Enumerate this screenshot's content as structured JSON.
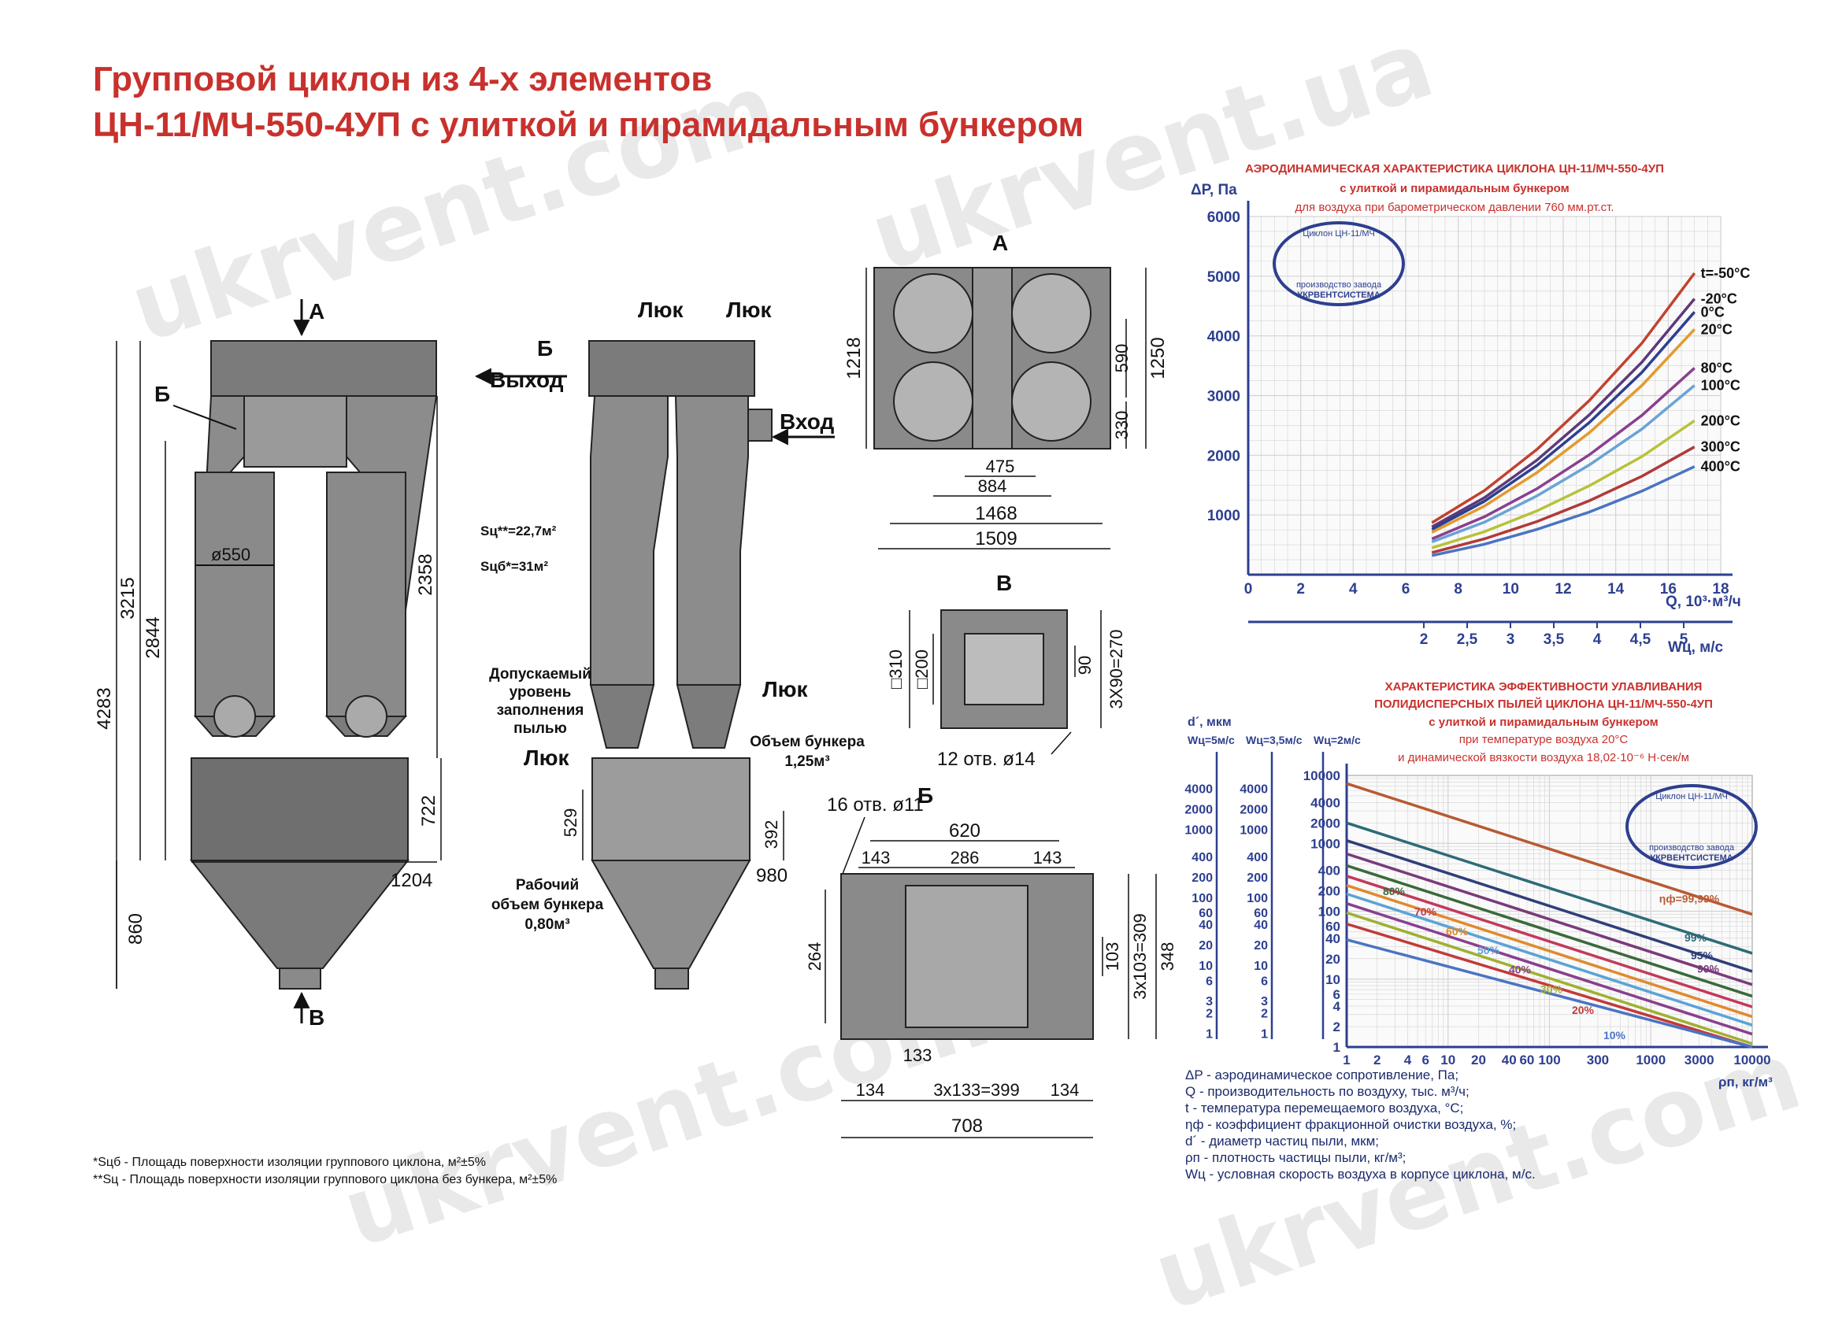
{
  "title": {
    "line1": "Групповой циклон из 4-х элементов",
    "line2": "ЦН-11/МЧ-550-4УП с улиткой и пирамидальным бункером"
  },
  "watermark": {
    "text": "ukrvent.com",
    "text_alt": "ukrvent.ua",
    "url": "www.ukrvent.com"
  },
  "front_view": {
    "labels": {
      "a": "А",
      "b": "Б",
      "v": "В"
    },
    "dims": {
      "total": "4283",
      "body": "3215",
      "cone": "2844",
      "upper": "2358",
      "hopper_h": "722",
      "bottom": "860",
      "width": "1204",
      "diameter": "ø550"
    }
  },
  "side_view": {
    "labels": {
      "hatch1": "Люк",
      "hatch2": "Люк",
      "b": "Б",
      "outlet": "Выход",
      "inlet": "Вход",
      "hatch3": "Люк",
      "hatch4": "Люк",
      "fill_level": [
        "Допускаемый",
        "уровень",
        "заполнения",
        "пылью"
      ],
      "hopper_vol": [
        "Объем бункера",
        "1,25м³"
      ],
      "work_vol": [
        "Рабочий",
        "объем бункера",
        "0,80м³"
      ],
      "s_c": "Sц**=22,7м²",
      "s_cb": "Sцб*=31м²"
    },
    "dims": {
      "h529": "529",
      "h392": "392",
      "w980": "980"
    }
  },
  "view_a": {
    "label": "А",
    "dims": {
      "h1218": "1218",
      "h1250": "1250",
      "h590": "590",
      "h330": "330",
      "w475": "475",
      "w884": "884",
      "w1468": "1468",
      "w1509": "1509"
    }
  },
  "view_v": {
    "label": "В",
    "dims": {
      "sq310": "□310",
      "sq200": "□200",
      "h90": "90",
      "h3x90": "3Х90=270",
      "holes": "12 отв. ø14"
    }
  },
  "view_b": {
    "label": "Б",
    "dims": {
      "holes": "16 отв. ø11",
      "w620": "620",
      "w143a": "143",
      "w286": "286",
      "w143b": "143",
      "h264": "264",
      "h103": "103",
      "h3x103": "3х103=309",
      "h348": "348",
      "w133": "133",
      "w134a": "134",
      "w3x133": "3х133=399",
      "w134b": "134",
      "w708": "708"
    }
  },
  "footnotes": {
    "f1": "*Sцб - Площадь поверхности изоляции группового циклона, м²±5%",
    "f2": "**Sц - Площадь поверхности изоляции группового циклона без бункера, м²±5%"
  },
  "stamp": {
    "top": "Циклон ЦН-11/МЧ",
    "bottom1": "производство завода",
    "bottom2": "УКРВЕНТСИСТЕМА"
  },
  "chart_data": [
    {
      "type": "line",
      "title": "АЭРОДИНАМИЧЕСКАЯ  ХАРАКТЕРИСТИКА  ЦИКЛОНА ЦН-11/МЧ-550-4УП",
      "subtitle": "с улиткой и пирамидальным бункером",
      "subtitle2": "для воздуха при барометрическом давлении 760 мм.рт.ст.",
      "ylabel": "ΔP, Па",
      "xlabel": "Q, 10³·м³/ч",
      "x2label": "Wц, м/с",
      "xlim": [
        0,
        18
      ],
      "ylim": [
        0,
        6000
      ],
      "xticks": [
        "0",
        "2",
        "4",
        "6",
        "8",
        "10",
        "12",
        "14",
        "16",
        "18"
      ],
      "yticks": [
        "1000",
        "2000",
        "3000",
        "4000",
        "5000",
        "6000"
      ],
      "x2ticks": [
        "2",
        "2,5",
        "3",
        "3,5",
        "4",
        "4,5",
        "5"
      ],
      "series": [
        {
          "name": "t=-50°C",
          "color": "#c2422f",
          "x": [
            7,
            9,
            11,
            13,
            15,
            17
          ],
          "y": [
            870,
            1410,
            2100,
            2920,
            3880,
            5050
          ]
        },
        {
          "name": "-20°C",
          "color": "#5c3a7a",
          "x": [
            7,
            9,
            11,
            13,
            15,
            17
          ],
          "y": [
            800,
            1290,
            1920,
            2680,
            3560,
            4620
          ]
        },
        {
          "name": "0°C",
          "color": "#2d3f8f",
          "x": [
            7,
            9,
            11,
            13,
            15,
            17
          ],
          "y": [
            760,
            1230,
            1830,
            2550,
            3390,
            4400
          ]
        },
        {
          "name": "20°C",
          "color": "#e39a2d",
          "x": [
            7,
            9,
            11,
            13,
            15,
            17
          ],
          "y": [
            710,
            1150,
            1710,
            2380,
            3170,
            4110
          ]
        },
        {
          "name": "80°C",
          "color": "#8a3f8f",
          "x": [
            7,
            9,
            11,
            13,
            15,
            17
          ],
          "y": [
            600,
            970,
            1440,
            2010,
            2670,
            3460
          ]
        },
        {
          "name": "100°C",
          "color": "#6aa3d6",
          "x": [
            7,
            9,
            11,
            13,
            15,
            17
          ],
          "y": [
            550,
            880,
            1320,
            1840,
            2440,
            3170
          ]
        },
        {
          "name": "200°C",
          "color": "#b7c23a",
          "x": [
            7,
            9,
            11,
            13,
            15,
            17
          ],
          "y": [
            450,
            720,
            1070,
            1490,
            1980,
            2580
          ]
        },
        {
          "name": "300°C",
          "color": "#b03a3a",
          "x": [
            7,
            9,
            11,
            13,
            15,
            17
          ],
          "y": [
            370,
            600,
            890,
            1240,
            1650,
            2140
          ]
        },
        {
          "name": "400°C",
          "color": "#4a74c4",
          "x": [
            7,
            9,
            11,
            13,
            15,
            17
          ],
          "y": [
            320,
            510,
            760,
            1050,
            1400,
            1810
          ]
        }
      ]
    },
    {
      "type": "line",
      "title": "ХАРАКТЕРИСТИКА  ЭФФЕКТИВНОСТИ УЛАВЛИВАНИЯ",
      "subtitle": "ПОЛИДИСПЕРСНЫХ ПЫЛЕЙ ЦИКЛОНА ЦН-11/МЧ-550-4УП",
      "subtitle2": "с улиткой и пирамидальным бункером",
      "subtitle3": "при температуре воздуха 20°C",
      "subtitle4": "и динамической вязкости воздуха  18,02·10⁻⁶ Н·сек/м",
      "ylabel": "d´, мкм",
      "axis_labels": [
        "Wц=5м/с",
        "Wц=3,5м/с",
        "Wц=2м/с"
      ],
      "xlabel": "ρп, кг/м³",
      "log_x": true,
      "log_y": true,
      "xticks": [
        "1",
        "2",
        "4",
        "6",
        "10",
        "20",
        "40",
        "60",
        "100",
        "300",
        "1000",
        "3000",
        "10000"
      ],
      "yticks_inner": [
        "1",
        "2",
        "4",
        "6",
        "10",
        "20",
        "40",
        "60",
        "100",
        "200",
        "400",
        "1000",
        "2000",
        "4000",
        "10000"
      ],
      "yticks_outer": [
        "1",
        "2",
        "3",
        "6",
        "10",
        "20",
        "40",
        "60",
        "100",
        "200",
        "400",
        "1000",
        "2000",
        "4000"
      ],
      "series": [
        {
          "name": "ηф=99,99%",
          "color": "#b85a34",
          "x": [
            1,
            10000
          ],
          "y": [
            7600,
            90
          ]
        },
        {
          "name": "99%",
          "color": "#2d6b78",
          "x": [
            1,
            10000
          ],
          "y": [
            2000,
            24
          ]
        },
        {
          "name": "95%",
          "color": "#2f3f7a",
          "x": [
            1,
            10000
          ],
          "y": [
            1100,
            13
          ]
        },
        {
          "name": "90%",
          "color": "#7a3a7a",
          "x": [
            1,
            10000
          ],
          "y": [
            700,
            8.3
          ]
        },
        {
          "name": "80%",
          "color": "#3a6a3a",
          "x": [
            1,
            10000
          ],
          "y": [
            470,
            5.6
          ]
        },
        {
          "name": "70%",
          "color": "#c23a5a",
          "x": [
            1,
            10000
          ],
          "y": [
            330,
            3.9
          ]
        },
        {
          "name": "60%",
          "color": "#e08a2d",
          "x": [
            1,
            10000
          ],
          "y": [
            240,
            2.8
          ]
        },
        {
          "name": "50%",
          "color": "#5aa3d6",
          "x": [
            1,
            10000
          ],
          "y": [
            180,
            2.1
          ]
        },
        {
          "name": "40%",
          "color": "#8a3f8f",
          "x": [
            1,
            10000
          ],
          "y": [
            130,
            1.55
          ]
        },
        {
          "name": "30%",
          "color": "#a0b030",
          "x": [
            1,
            10000
          ],
          "y": [
            95,
            1.12
          ]
        },
        {
          "name": "20%",
          "color": "#c23a3a",
          "x": [
            1,
            10000
          ],
          "y": [
            65,
            0.78
          ]
        },
        {
          "name": "10%",
          "color": "#4a74c4",
          "x": [
            1,
            10000
          ],
          "y": [
            38,
            0.45
          ]
        }
      ]
    }
  ],
  "legend": [
    "ΔP - аэродинамическое сопротивление, Па;",
    "Q - производительность по воздуху, тыс. м³/ч;",
    "t - температура перемещаемого воздуха, °С;",
    "ηф - коэффициент фракционной очистки воздуха, %;",
    "d´ - диаметр частиц пыли, мкм;",
    "ρп - плотность частицы пыли, кг/м³;",
    "Wц - условная скорость воздуха в корпусе циклона, м/с."
  ]
}
